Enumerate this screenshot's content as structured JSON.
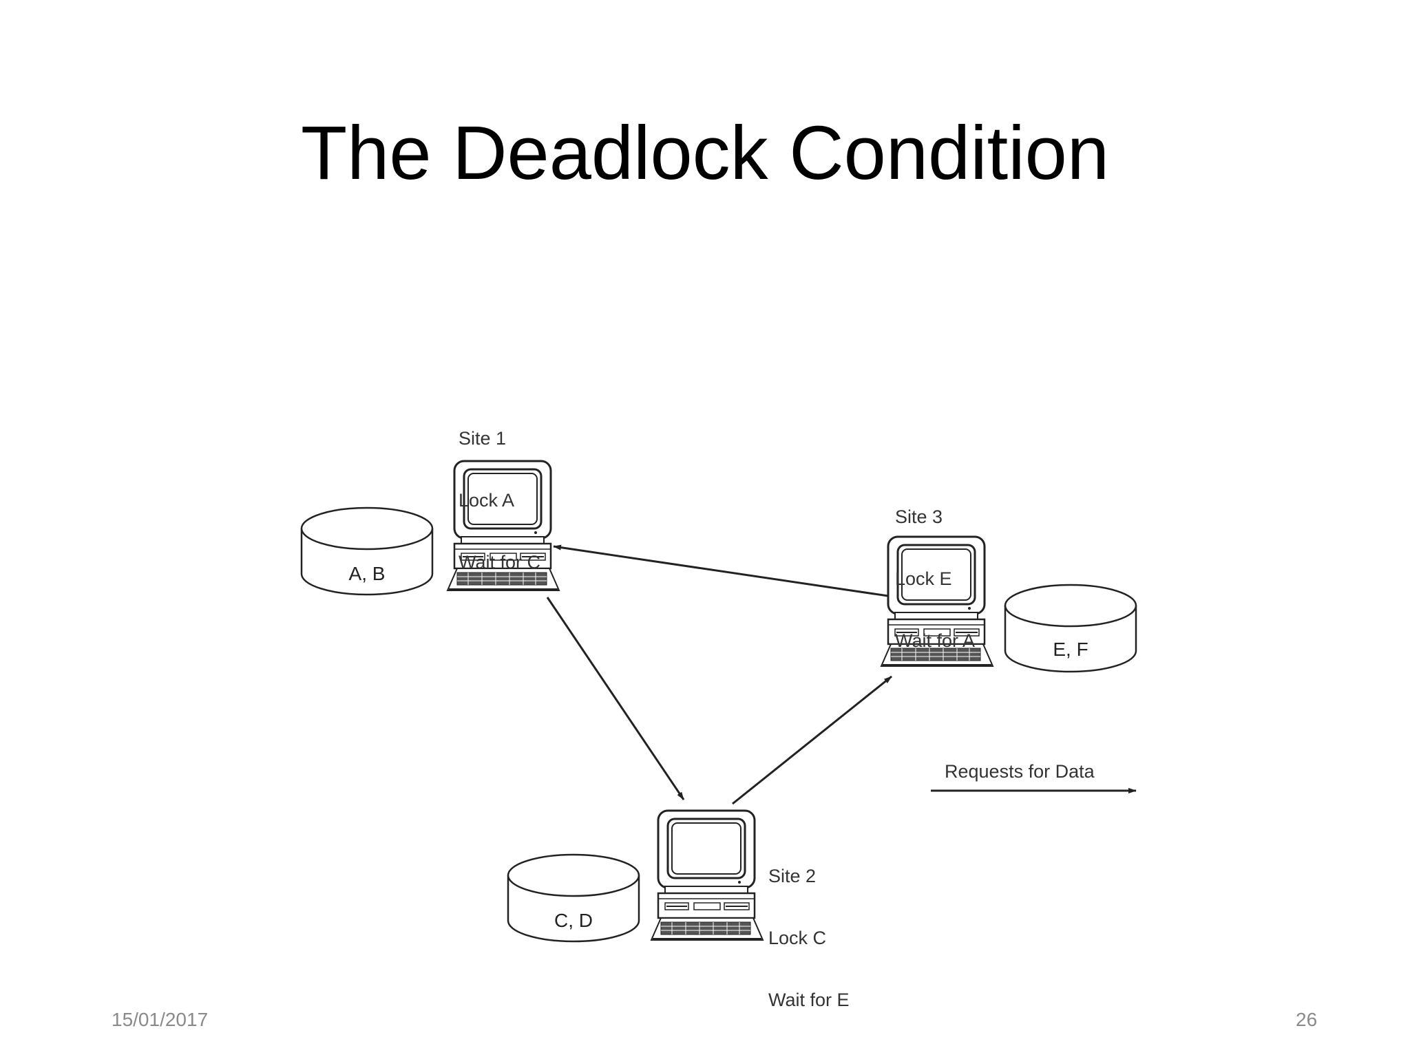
{
  "slide": {
    "title": "The Deadlock Condition",
    "date": "15/01/2017",
    "page_number": "26"
  },
  "sites": [
    {
      "name": "Site 1",
      "lock": "Lock A",
      "wait": "Wait for C",
      "database": "A, B"
    },
    {
      "name": "Site 2",
      "lock": "Lock C",
      "wait": "Wait for E",
      "database": "C, D"
    },
    {
      "name": "Site 3",
      "lock": "Lock E",
      "wait": "Wait for A",
      "database": "E, F"
    }
  ],
  "edges": [
    {
      "from": "Site 1",
      "to": "Site 2"
    },
    {
      "from": "Site 2",
      "to": "Site 3"
    },
    {
      "from": "Site 3",
      "to": "Site 1"
    }
  ],
  "legend": {
    "label": "Requests for Data"
  },
  "colors": {
    "line": "#222222",
    "text": "#333333",
    "footer": "#8a8a8a"
  }
}
